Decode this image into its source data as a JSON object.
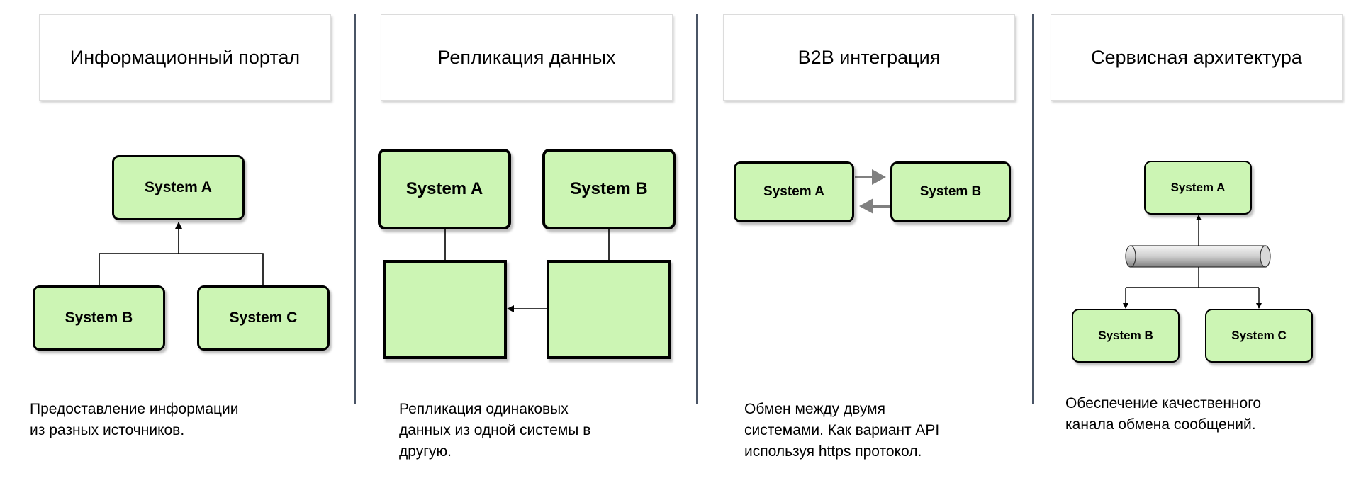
{
  "panels": [
    {
      "title": "Информационный портал",
      "systems": [
        "System A",
        "System B",
        "System C"
      ],
      "description": "Предоставление информации\nиз разных источников."
    },
    {
      "title": "Репликация данных",
      "systems": [
        "System A",
        "System B"
      ],
      "description": "Репликация одинаковых\nданных из одной системы в\nдругую."
    },
    {
      "title": "B2B интеграция",
      "systems": [
        "System A",
        "System B"
      ],
      "description": "Обмен между двумя\nсистемами. Как вариант API\nиспользуя https протокол."
    },
    {
      "title": "Сервисная архитектура",
      "systems": [
        "System A",
        "System B",
        "System C"
      ],
      "description": "Обеспечение качественного\nканала обмена сообщений."
    }
  ],
  "colors": {
    "box_fill": "#ccf5b4",
    "separator": "#4a5566",
    "arrow_gray": "#808080"
  },
  "icons": [
    "database-icon",
    "message-bus-icon",
    "arrow-icon"
  ]
}
